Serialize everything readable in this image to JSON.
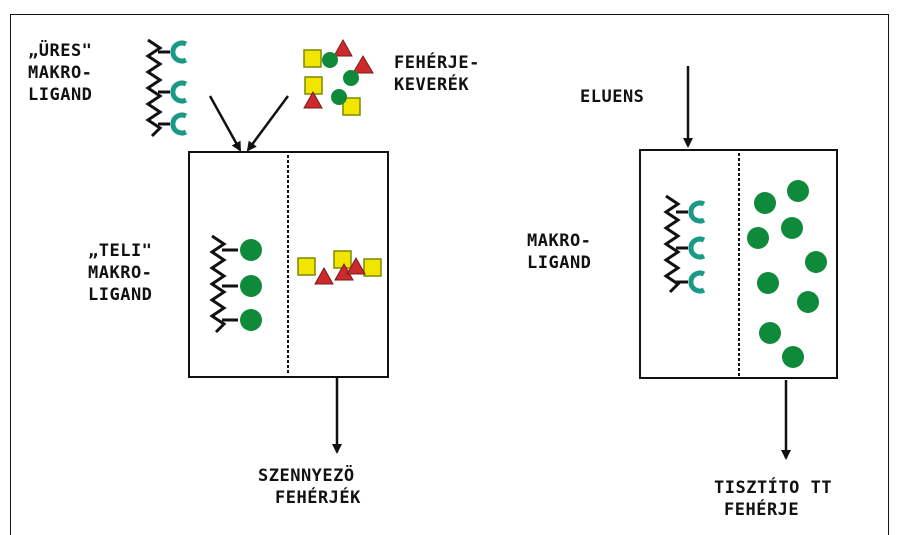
{
  "labels": {
    "empty_macroligand": [
      "„ÜRES\"",
      "MAKRO-",
      "LIGAND"
    ],
    "protein_mixture": [
      "FEHÉRJE-",
      "KEVERÉK"
    ],
    "full_macroligand": [
      "„TELI\"",
      "MAKRO-",
      "LIGAND"
    ],
    "contaminant_proteins": [
      "SZENNYEZÖ",
      "FEHÉRJÉK"
    ],
    "eluent": "ELUENS",
    "macroligand": [
      "MAKRO-",
      "LIGAND"
    ],
    "purified_protein": [
      "TISZTÍTO TT",
      "FEHÉRJE"
    ]
  },
  "colors": {
    "ligand_teal": "#1a9a86",
    "protein_green": "#0e8a3a",
    "square_yellow": "#f2e600",
    "triangle_red": "#cc2b2b",
    "stroke": "#111111"
  },
  "icons": {
    "ligand": "ligand-chain-icon",
    "protein": "protein-circle-icon",
    "contaminant_square": "yellow-square-icon",
    "contaminant_triangle": "red-triangle-icon"
  }
}
